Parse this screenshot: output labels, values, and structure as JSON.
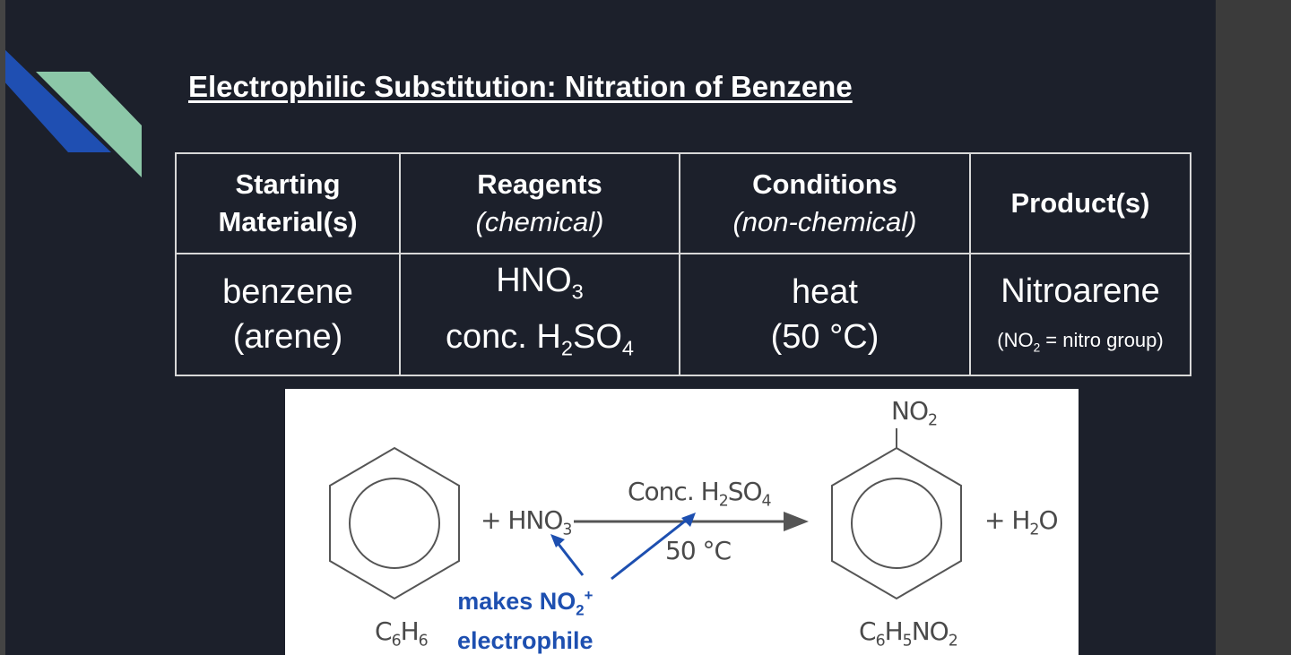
{
  "slide": {
    "title": "Electrophilic Substitution: Nitration of Benzene",
    "colors": {
      "background": "#1c202b",
      "accent_blue": "#1f4fb2",
      "accent_green": "#8cc7a8",
      "note_blue": "#1d4fb0"
    }
  },
  "table": {
    "headers": [
      {
        "title_line1": "Starting",
        "title_line2": "Material(s)",
        "sub": ""
      },
      {
        "title_line1": "Reagents",
        "title_line2": "",
        "sub": "(chemical)"
      },
      {
        "title_line1": "Conditions",
        "title_line2": "",
        "sub": "(non-chemical)"
      },
      {
        "title_line1": "Product(s)",
        "title_line2": "",
        "sub": ""
      }
    ],
    "row": {
      "starting_line1": "benzene",
      "starting_line2": "(arene)",
      "reagent1": "HNO3",
      "reagent2_prefix": "conc. ",
      "reagent2": "H2SO4",
      "condition1": "heat",
      "condition2": "(50 °C)",
      "product": "Nitroarene",
      "product_note": "(NO2 = nitro group)"
    }
  },
  "diagram": {
    "reactant_formula": "C6H6",
    "reactant_plus": "+ HNO3",
    "catalyst": "Conc. H2SO4",
    "temperature": "50 °C",
    "substituent": "NO2",
    "product_formula": "C6H5NO2",
    "byproduct": "+ H2O",
    "note_line1": "makes NO2+",
    "note_line2": "electrophile"
  }
}
